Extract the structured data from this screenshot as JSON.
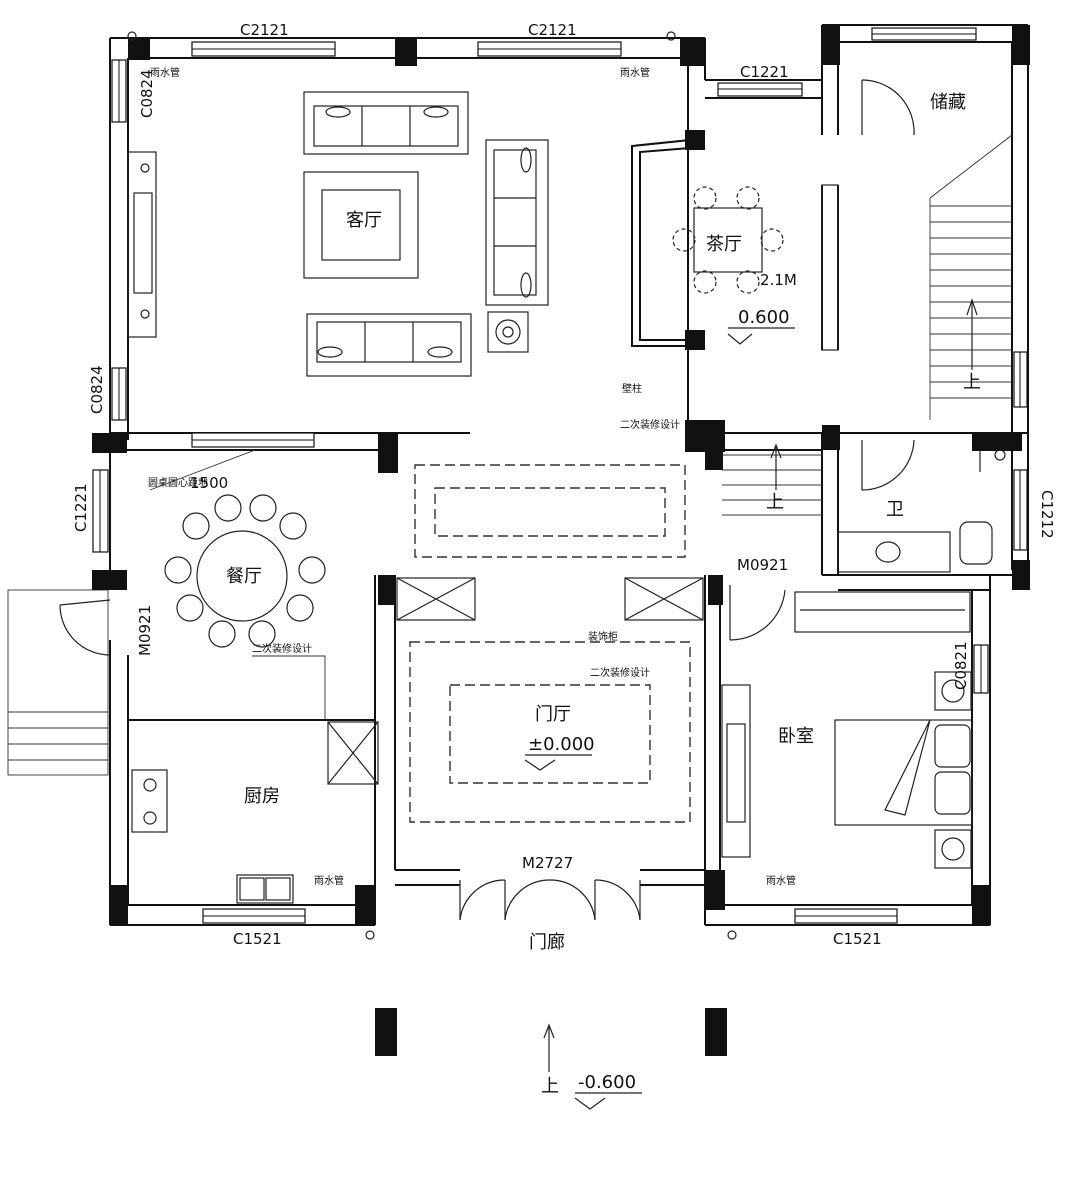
{
  "rooms": {
    "living": "客厅",
    "tea": "茶厅",
    "storage": "储藏",
    "dining": "餐厅",
    "kitchen": "厨房",
    "foyer": "门厅",
    "bedroom": "卧室",
    "bath": "卫",
    "porch": "门廊"
  },
  "windows": {
    "top_left": "C2121",
    "top_right": "C2121",
    "tea_top": "C1221",
    "left_upper": "C0824",
    "left_lower": "C0824",
    "dining_left": "C1221",
    "right_bath": "C1212",
    "bedroom_right": "C0821",
    "kitchen_bottom": "C1521",
    "bedroom_bottom": "C1521"
  },
  "doors": {
    "main": "M2727",
    "side": "M0921",
    "bedroom": "M0921"
  },
  "elevations": {
    "tea": "0.600",
    "foyer": "±0.000",
    "outdoor": "-0.600"
  },
  "annotations": {
    "rain_pipe": "雨水管",
    "wall_column": "壁柱",
    "secondary_design": "二次装修设计",
    "decor_cabinet": "装饰柜",
    "up": "上",
    "table_dia": "1500",
    "table_note": "圆桌圆心距地",
    "lamp_note": "2.1M"
  }
}
